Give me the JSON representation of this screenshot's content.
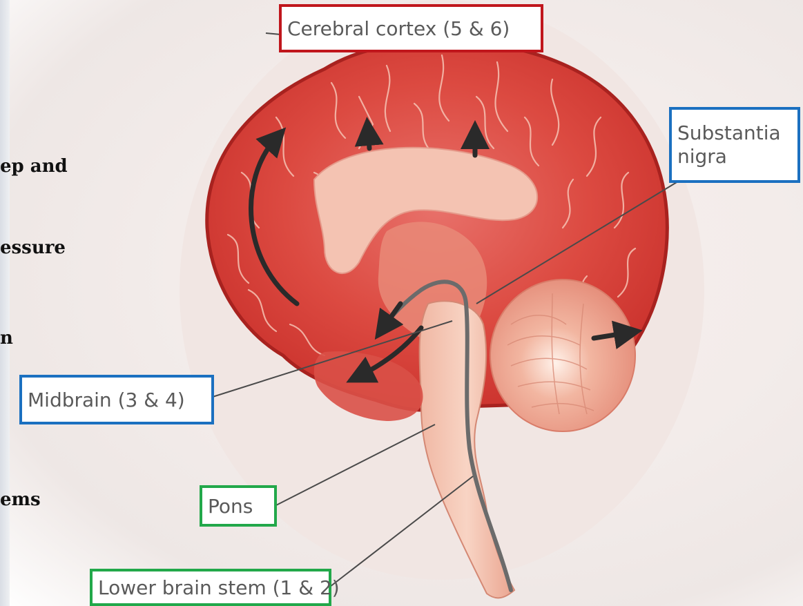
{
  "labels": {
    "cerebral_cortex": "Cerebral cortex (5 & 6)",
    "substantia_nigra_line1": "Substantia",
    "substantia_nigra_line2": "nigra",
    "midbrain": "Midbrain (3 & 4)",
    "pons": "Pons",
    "lower_brain_stem": "Lower brain stem (1 & 2)"
  },
  "slide_text": {
    "line1": "ep and",
    "line2": "essure",
    "line3": "n",
    "line4": "ems"
  },
  "colors": {
    "cortex_box": "#c0161c",
    "midbrain_nigra_box": "#1b70c0",
    "pons_stem_box": "#22a84a",
    "brain_red": "#d63a33"
  }
}
